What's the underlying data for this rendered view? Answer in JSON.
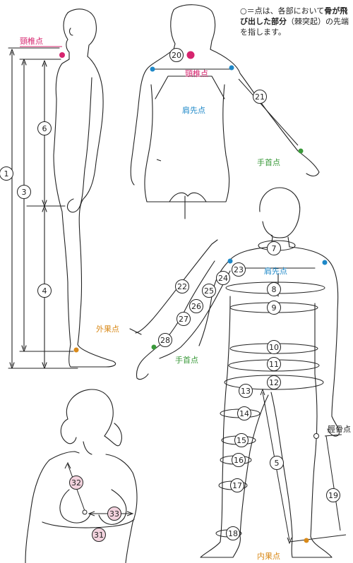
{
  "note": {
    "prefix": "○＝点は、各部において",
    "bold": "骨が飛び出した部分",
    "suffix": "（棘突起）の先端を指します。"
  },
  "landmarks": {
    "neck_point_side": "頸椎点",
    "neck_point_back": "頸椎点",
    "shoulder_point_back": "肩先点",
    "shoulder_point_front": "肩先点",
    "wrist_point_back": "手首点",
    "wrist_point_front": "手首点",
    "ankle_outer": "外果点",
    "ankle_inner": "内果点",
    "tibia_point": "脛骨点"
  },
  "numbers": [
    "1",
    "3",
    "6",
    "4",
    "20",
    "21",
    "7",
    "8",
    "9",
    "10",
    "11",
    "12",
    "13",
    "14",
    "15",
    "16",
    "17",
    "18",
    "5",
    "19",
    "22",
    "23",
    "24",
    "25",
    "26",
    "27",
    "28",
    "32",
    "33",
    "31"
  ],
  "colors": {
    "line": "#222222",
    "neck_point": "#d6246e",
    "shoulder_point": "#1e88c8",
    "wrist_point": "#3a9a3a",
    "ankle_point": "#d98a1a",
    "label_neck": "#d6246e",
    "label_shoulder": "#1e88c8",
    "label_wrist": "#3a9a3a",
    "label_ankle": "#d98a1a",
    "pink_fill": "#f3d3de"
  }
}
